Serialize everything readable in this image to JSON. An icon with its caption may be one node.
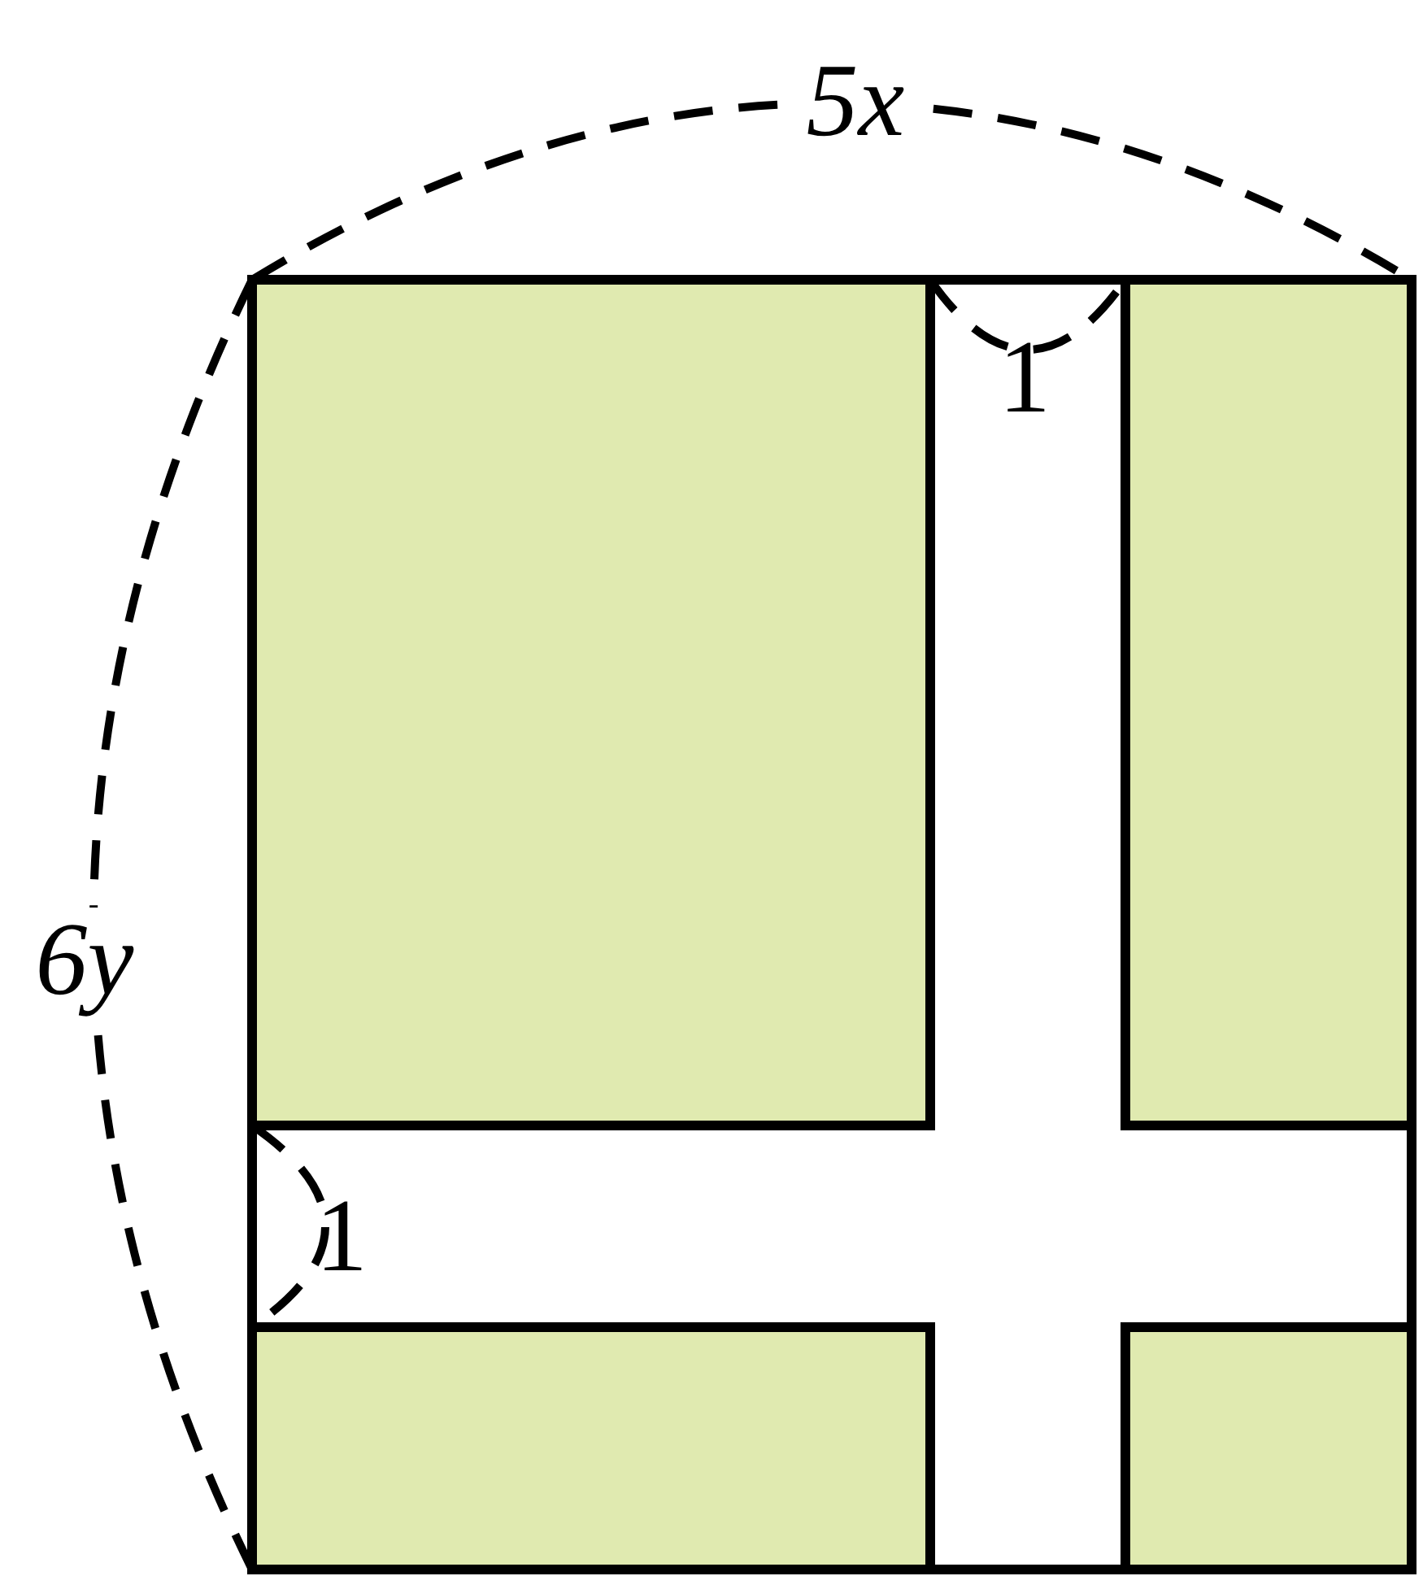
{
  "diagram": {
    "labels": [
      "5x",
      "1",
      "6y",
      "1"
    ]
  }
}
